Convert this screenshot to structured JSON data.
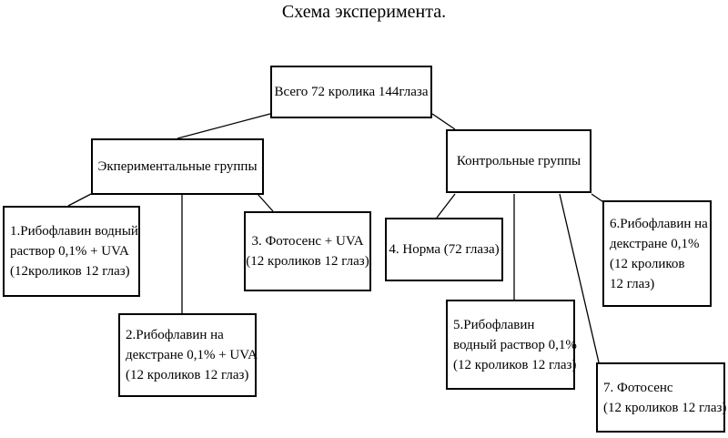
{
  "title": "Схема эксперимента.",
  "root": {
    "lines": [
      "Всего 72 кролика 144глаза"
    ]
  },
  "groups": {
    "experimental": {
      "label": "Экпериментальные группы"
    },
    "control": {
      "label": "Контрольные группы"
    }
  },
  "nodes": {
    "n1": {
      "lines": [
        "1.Рибофлавин водный",
        "раствор 0,1% + UVA",
        "(12кроликов 12 глаз)"
      ]
    },
    "n2": {
      "lines": [
        "2.Рибофлавин на",
        "декстране 0,1% + UVA",
        "(12 кроликов 12 глаз)"
      ]
    },
    "n3": {
      "lines": [
        "3. Фотосенс + UVA",
        "(12 кроликов 12 глаз)"
      ]
    },
    "n4": {
      "lines": [
        "4. Норма (72 глаза)"
      ]
    },
    "n5": {
      "lines": [
        "5.Рибофлавин",
        "водный раствор 0,1%",
        "(12 кроликов 12 глаз)"
      ]
    },
    "n6": {
      "lines": [
        "6.Рибофлавин на",
        "декстране 0,1%",
        "(12 кроликов",
        "12 глаз)"
      ]
    },
    "n7": {
      "lines": [
        "7. Фотосенс",
        "(12 кроликов 12 глаз)"
      ]
    }
  }
}
